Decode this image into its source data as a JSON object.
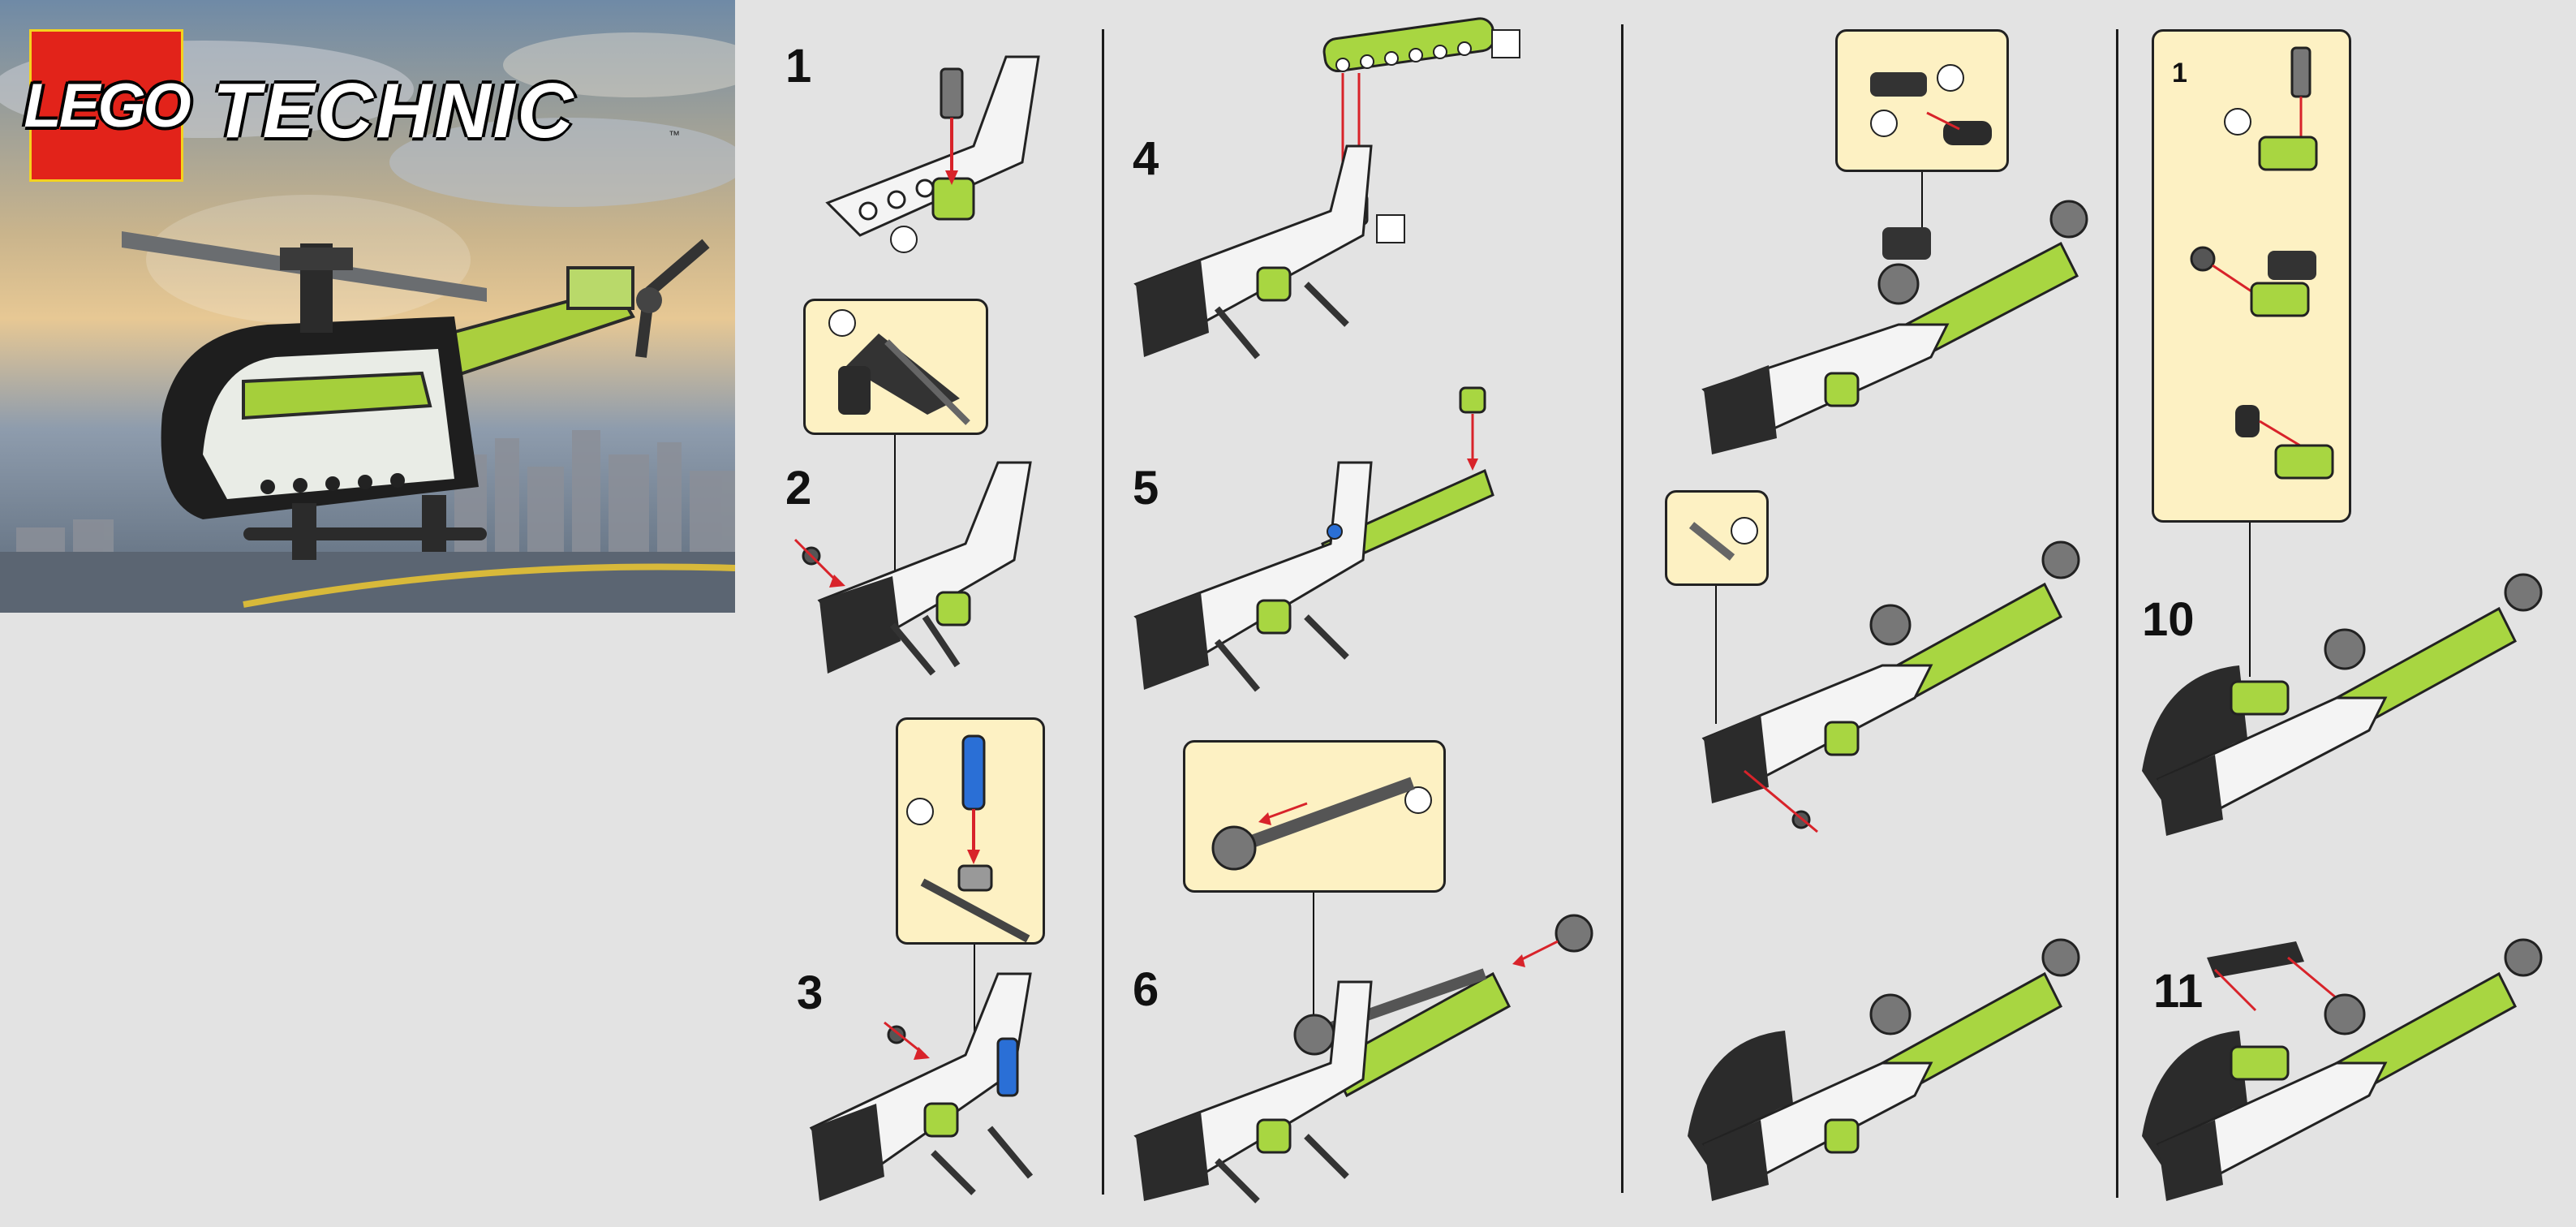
{
  "brand": {
    "logo_text": "LEGO",
    "series": "TECHNIC",
    "trademark": "™"
  },
  "steps": [
    {
      "number": "1"
    },
    {
      "number": "2"
    },
    {
      "number": "3"
    },
    {
      "number": "4"
    },
    {
      "number": "5"
    },
    {
      "number": "6"
    },
    {
      "number": "10"
    },
    {
      "number": "11"
    }
  ],
  "subassembly": {
    "number": "1"
  },
  "colors": {
    "page_background": "#e3e3e3",
    "callout_background": "#fdf1c3",
    "lime_green": "#a8d641",
    "white_part": "#f2f2f2",
    "black_part": "#222222",
    "blue_pin": "#2a6fd6",
    "red_arrow": "#d8232a",
    "logo_red": "#e2231a"
  },
  "icons": [
    "lego-logo",
    "helicopter-model-image",
    "placement-arrow-icon",
    "part-quantity-marker"
  ]
}
